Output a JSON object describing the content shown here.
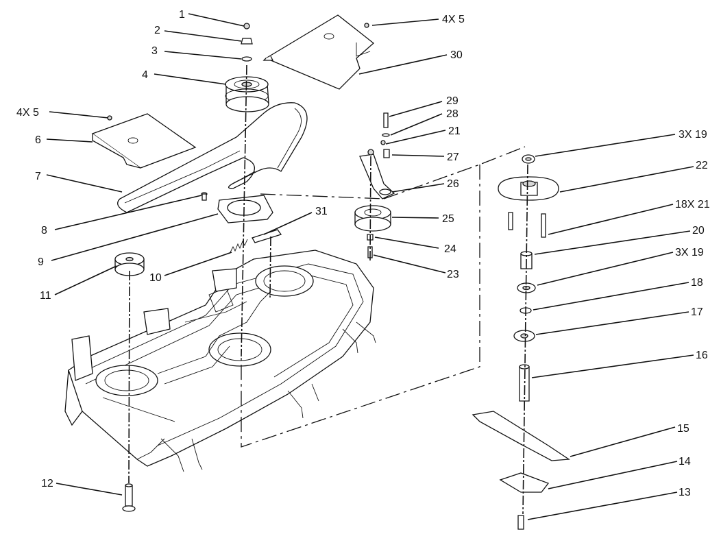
{
  "diagram": {
    "callouts": [
      {
        "id": "c1",
        "text": "1"
      },
      {
        "id": "c2",
        "text": "2"
      },
      {
        "id": "c3",
        "text": "3"
      },
      {
        "id": "c4",
        "text": "4"
      },
      {
        "id": "c4x5a",
        "text": "4X 5"
      },
      {
        "id": "c6",
        "text": "6"
      },
      {
        "id": "c7",
        "text": "7"
      },
      {
        "id": "c8",
        "text": "8"
      },
      {
        "id": "c9",
        "text": "9"
      },
      {
        "id": "c10",
        "text": "10"
      },
      {
        "id": "c11",
        "text": "11"
      },
      {
        "id": "c12",
        "text": "12"
      },
      {
        "id": "c4x5b",
        "text": "4X 5"
      },
      {
        "id": "c30",
        "text": "30"
      },
      {
        "id": "c29",
        "text": "29"
      },
      {
        "id": "c28",
        "text": "28"
      },
      {
        "id": "c21a",
        "text": "21"
      },
      {
        "id": "c27",
        "text": "27"
      },
      {
        "id": "c26",
        "text": "26"
      },
      {
        "id": "c31",
        "text": "31"
      },
      {
        "id": "c25",
        "text": "25"
      },
      {
        "id": "c24",
        "text": "24"
      },
      {
        "id": "c23",
        "text": "23"
      },
      {
        "id": "c3x19a",
        "text": "3X 19"
      },
      {
        "id": "c22",
        "text": "22"
      },
      {
        "id": "c18x21",
        "text": "18X 21"
      },
      {
        "id": "c20",
        "text": "20"
      },
      {
        "id": "c3x19b",
        "text": "3X 19"
      },
      {
        "id": "c18",
        "text": "18"
      },
      {
        "id": "c17",
        "text": "17"
      },
      {
        "id": "c16",
        "text": "16"
      },
      {
        "id": "c15",
        "text": "15"
      },
      {
        "id": "c14",
        "text": "14"
      },
      {
        "id": "c13",
        "text": "13"
      }
    ]
  }
}
